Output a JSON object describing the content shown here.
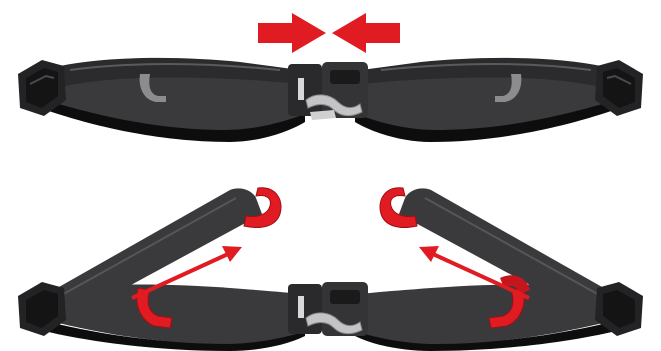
{
  "colors": {
    "background": "#ffffff",
    "strap": "#3a3a3c",
    "strap_dark": "#232325",
    "strap_highlight": "#5a5a5e",
    "shadow": "#0d0d0e",
    "d_ring_grey": "#8c8c90",
    "d_ring_red": "#e01b22",
    "d_ring_red_dark": "#9e0f14",
    "arrow_red": "#e01b22",
    "buckle_metal": "#d8d8da"
  },
  "panels": [
    {
      "label": "",
      "state": "buckled",
      "d_ring_color": "grey",
      "arrows": "push-together"
    },
    {
      "label": "",
      "state": "straps-raised",
      "d_ring_color": "red",
      "arrows": "pull-up-to-rings"
    }
  ],
  "icons": [
    "arrow-right-icon",
    "arrow-left-icon",
    "buckle-icon",
    "d-ring-icon",
    "strap-adjuster-icon"
  ]
}
